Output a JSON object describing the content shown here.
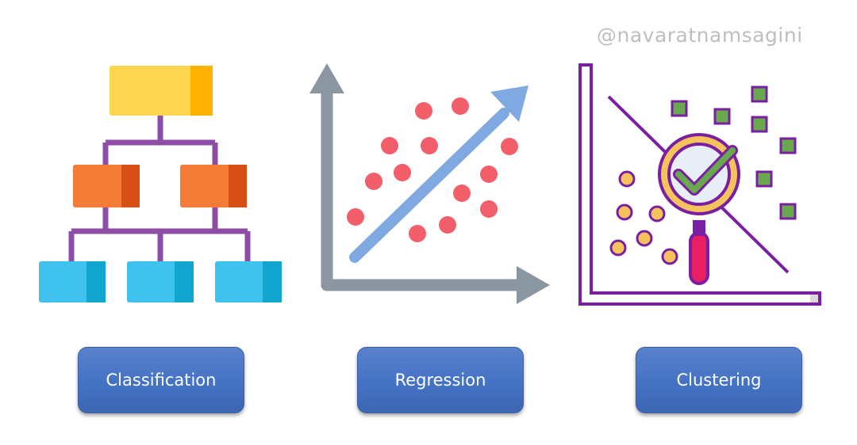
{
  "watermark": "@navaratnamsagini",
  "categories": [
    {
      "label": "Classification",
      "icon": "hierarchy-tree-icon"
    },
    {
      "label": "Regression",
      "icon": "regression-scatter-icon"
    },
    {
      "label": "Clustering",
      "icon": "clustering-magnifier-icon"
    }
  ],
  "colors": {
    "button": "#4472c4",
    "tree_root": "#ffd54f",
    "tree_mid": "#f57c36",
    "tree_leaf": "#3fc3ee",
    "tree_line": "#8e4ea8",
    "axis_gray": "#8a96a1",
    "trend_arrow": "#7fa9e0",
    "dots_red": "#f25f6a",
    "cluster_purple": "#7b1fa2",
    "cluster_green": "#6aa84f",
    "cluster_yellow": "#f5c35b",
    "magnifier_pink": "#e91e63"
  }
}
